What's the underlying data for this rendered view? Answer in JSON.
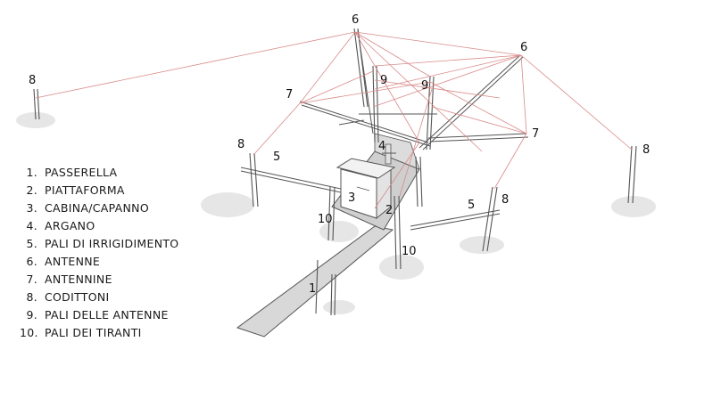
{
  "legend": [
    {
      "num": "1.",
      "label": "PASSERELLA"
    },
    {
      "num": "2.",
      "label": "PIATTAFORMA"
    },
    {
      "num": "3.",
      "label": "CABINA/CAPANNO"
    },
    {
      "num": "4.",
      "label": "ARGANO"
    },
    {
      "num": "5.",
      "label": "PALI DI IRRIGIDIMENTO"
    },
    {
      "num": "6.",
      "label": "ANTENNE"
    },
    {
      "num": "7.",
      "label": "ANTENNINE"
    },
    {
      "num": "8.",
      "label": "CODITTONI"
    },
    {
      "num": "9.",
      "label": "PALI DELLE ANTENNE"
    },
    {
      "num": "10.",
      "label": "PALI DEI TIRANTI"
    }
  ],
  "callouts": {
    "c6a": "6",
    "c6b": "6",
    "c7a": "7",
    "c7b": "7",
    "c8a": "8",
    "c8b": "8",
    "c8c": "8",
    "c8d": "8",
    "c9a": "9",
    "c9b": "9",
    "c5a": "5",
    "c5b": "5",
    "c4": "4",
    "c3": "3",
    "c2": "2",
    "c1": "1",
    "c10a": "10",
    "c10b": "10"
  },
  "colors": {
    "rope": "#d98a8a",
    "structure": "#555555",
    "shadow": "#e6e6e6"
  }
}
